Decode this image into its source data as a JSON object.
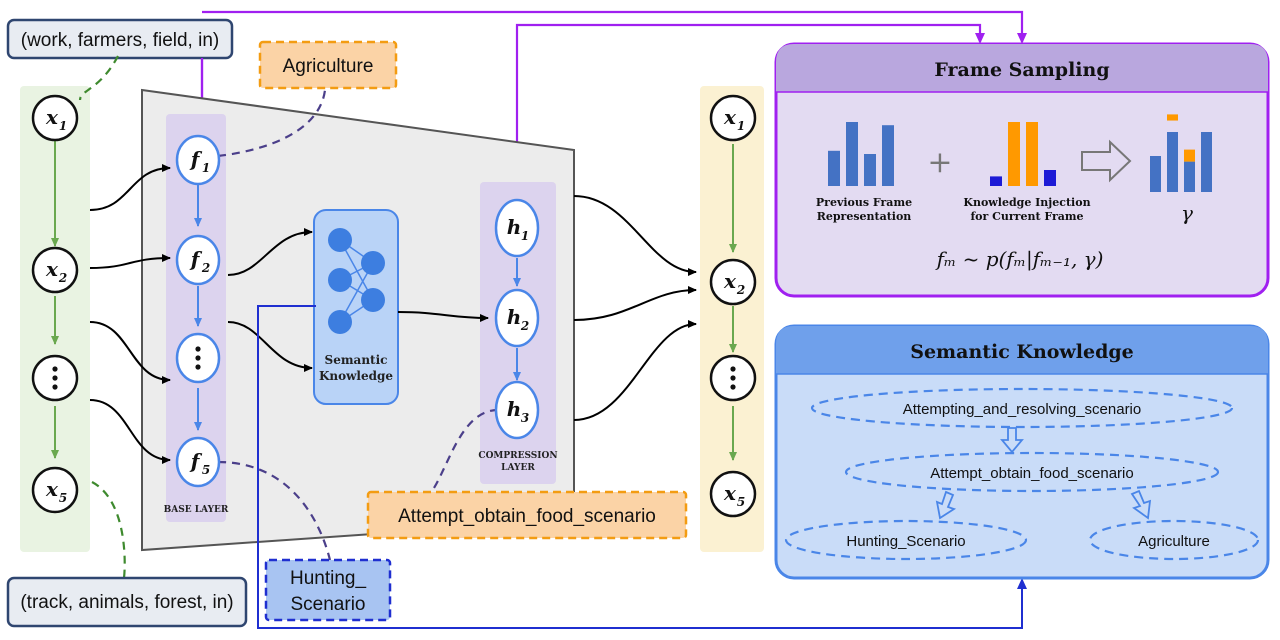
{
  "tuples": {
    "top": "(work, farmers, field, in)",
    "bottom": "(track, animals, forest, in)"
  },
  "tags": {
    "agriculture": "Agriculture",
    "attempt": "Attempt_obtain_food_scenario",
    "hunting_line1": "Hunting_",
    "hunting_line2": "Scenario"
  },
  "input_nodes": [
    "x",
    "x",
    "•",
    "x"
  ],
  "input_subs": [
    "1",
    "2",
    "",
    "5"
  ],
  "base_nodes": [
    "f",
    "f",
    "•",
    "f"
  ],
  "base_subs": [
    "1",
    "2",
    "",
    "5"
  ],
  "compression_nodes": [
    "h",
    "h",
    "h"
  ],
  "compression_subs": [
    "1",
    "2",
    "3"
  ],
  "output_nodes": [
    "x",
    "x",
    "•",
    "x"
  ],
  "output_subs": [
    "1",
    "2",
    "",
    "5"
  ],
  "layers": {
    "base": "BASE LAYER",
    "compression_line1": "COMPRESSION",
    "compression_line2": "LAYER"
  },
  "semantic_module": {
    "line1": "Semantic",
    "line2": "Knowledge"
  },
  "frame_sampling": {
    "title": "Frame Sampling",
    "label_prev_line1": "Previous Frame",
    "label_prev_line2": "Representation",
    "label_inj_line1": "Knowledge Injection",
    "label_inj_line2": "for Current Frame",
    "gamma": "γ",
    "plus": "+",
    "formula": "fₘ ~ p(fₘ|fₘ₋₁, γ)",
    "prev_bars": [
      0.55,
      1.0,
      0.5,
      0.95
    ],
    "inj_bars_blue": [
      0.15,
      0,
      0,
      0.25
    ],
    "inj_bars_orange": [
      0,
      1.0,
      1.0,
      0
    ]
  },
  "semantic_knowledge": {
    "title": "Semantic Knowledge",
    "nodes": [
      "Attempting_and_resolving_scenario",
      "Attempt_obtain_food_scenario",
      "Hunting_Scenario",
      "Agriculture"
    ]
  },
  "colors": {
    "green_panel": "#e9f3e2",
    "purple_column": "#dcd3ee",
    "gray_trapezoid": "#ececec",
    "yellow_panel": "#fbf1d2",
    "frame_sampling_border": "#a020f0",
    "semantic_border": "#4a86e8",
    "orange_tag": "#fbd3a6",
    "blue_bar": "#4472c4",
    "orange_bar": "#ff9900"
  }
}
